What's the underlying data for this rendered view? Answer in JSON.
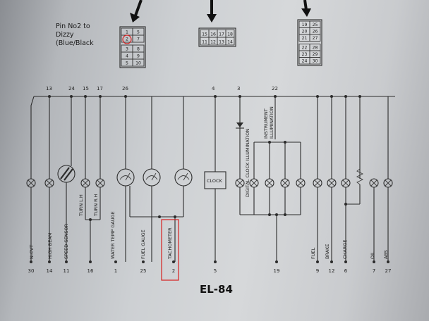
{
  "annotation": {
    "lines": [
      "Pin No2 to",
      "Dizzy",
      "(Blue/Black"
    ],
    "highlight_color": "#d62020"
  },
  "connectors": {
    "left": [
      [
        "1",
        "5"
      ],
      [
        "2",
        "7"
      ],
      [
        "3",
        "8"
      ],
      [
        "4",
        "9"
      ],
      [
        "5",
        "10"
      ]
    ],
    "middle": [
      [
        "15",
        "16",
        "17",
        "18"
      ],
      [
        "11",
        "12",
        "13",
        "14"
      ]
    ],
    "right": [
      [
        "19",
        "25"
      ],
      [
        "20",
        "26"
      ],
      [
        "21",
        "27"
      ],
      [
        "22",
        "28"
      ],
      [
        "23",
        "29"
      ],
      [
        "24",
        "30"
      ]
    ]
  },
  "top_pins": [
    "13",
    "24",
    "15",
    "17",
    "26",
    "4",
    "3",
    "22"
  ],
  "bottom_pins": [
    "30",
    "14",
    "11",
    "16",
    "1",
    "25",
    "2",
    "5",
    "19",
    "9",
    "12",
    "6",
    "7",
    "27"
  ],
  "components": [
    "N-CVT",
    "HIGH BEAM",
    "SPEED SENSOR",
    "TURN L.H",
    "TURN R.H",
    "WATER TEMP GAUGE",
    "FUEL GAUGE",
    "TACHOMETER",
    "CLOCK",
    "DIGITAL CLOCK ILLUMINATION",
    "INSTRUMENT ILLUMINATION",
    "FUEL",
    "BRAKE",
    "CHARGE",
    "OIL",
    "ABS"
  ],
  "page_id": "EL-84"
}
